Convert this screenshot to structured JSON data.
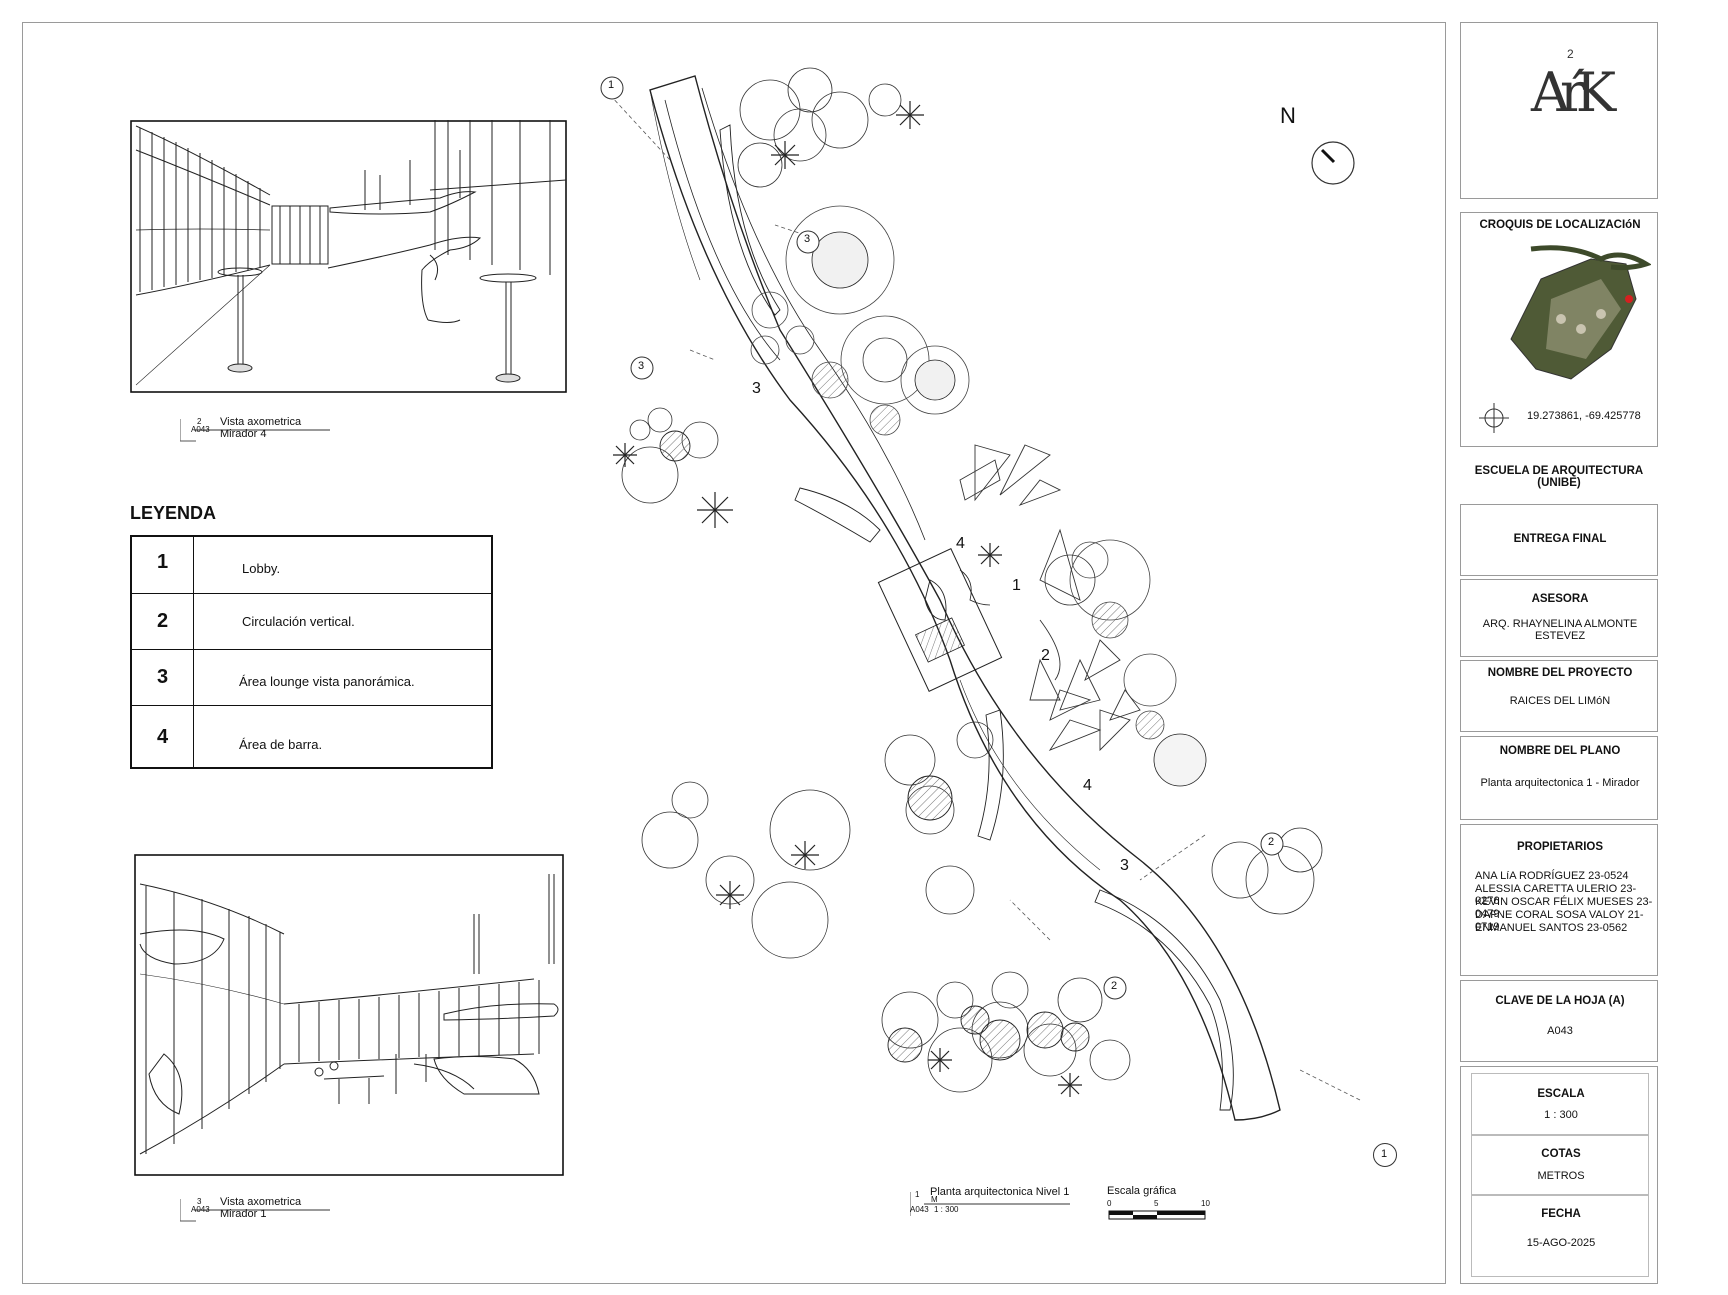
{
  "sheet": {
    "views": {
      "top": {
        "caption": "Vista axometrica Mirador 4",
        "ref_num": "2",
        "ref_sheet": "A043"
      },
      "bottom": {
        "caption": "Vista axometrica Mirador 1",
        "ref_num": "3",
        "ref_sheet": "A043"
      }
    },
    "legend": {
      "title": "LEYENDA",
      "items": [
        {
          "num": "1",
          "label": "Lobby."
        },
        {
          "num": "2",
          "label": "Circulación vertical."
        },
        {
          "num": "3",
          "label": "Área lounge vista panorámica."
        },
        {
          "num": "4",
          "label": "Área de barra."
        }
      ]
    },
    "plan": {
      "north": "N",
      "caption": "Planta arquitectonica Nivel 1",
      "ref_num": "1",
      "ref_sheet": "A043",
      "ref_scale": "1 : 300",
      "ref_unit": "M",
      "scale_bar": {
        "title": "Escala gráfica",
        "ticks": [
          "0",
          "5",
          "10"
        ]
      },
      "room_tags": {
        "lobby": "1",
        "vertical": "2",
        "lounge_n": "3",
        "lounge_s": "3",
        "bar_n": "4",
        "bar_s": "4"
      },
      "section_markers": {
        "s1": "1",
        "s2": "2",
        "s3": "3"
      }
    }
  },
  "title_block": {
    "logo": "AŕK",
    "location_title": "CROQUIS DE LOCALIZACIóN",
    "coordinates": "19.273861, -69.425778",
    "school": "ESCUELA DE ARQUITECTURA (UNIBE)",
    "delivery": "ENTREGA FINAL",
    "advisor_title": "ASESORA",
    "advisor": "ARQ. RHAYNELINA ALMONTE ESTEVEZ",
    "project_title": "NOMBRE DEL PROYECTO",
    "project": "RAICES DEL LIMóN",
    "plan_name_title": "NOMBRE DEL PLANO",
    "plan_name": "Planta arquitectonica 1 - Mirador",
    "owners_title": "PROPIETARIOS",
    "owners": [
      "ANA LíA RODRÍGUEZ 23-0524",
      "ALESSIA CARETTA ULERIO 23-0276",
      "KEVIN OSCAR FÉLIX MUESES 23-0479",
      "DAFNE CORAL SOSA VALOY 21-0719",
      "ENMANUEL SANTOS 23-0562"
    ],
    "sheet_key_title": "CLAVE DE LA HOJA (A)",
    "sheet_key": "A043",
    "scale_title": "ESCALA",
    "scale": "1 : 300",
    "units_title": "COTAS",
    "units": "METROS",
    "date_title": "FECHA",
    "date": "15-AGO-2025"
  },
  "colors": {
    "line": "#111111",
    "border": "#9a9a9a",
    "site_green": "#4f5a36",
    "pin": "#d62020"
  }
}
